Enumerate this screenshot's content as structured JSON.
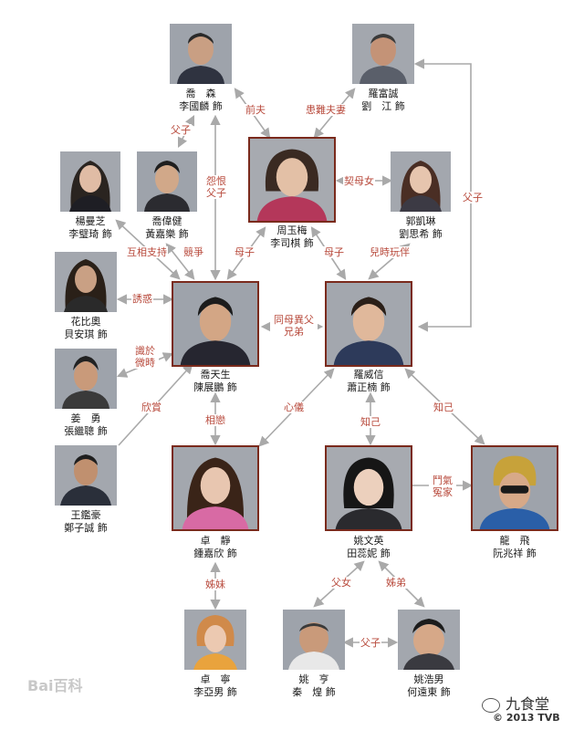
{
  "people": {
    "qiao_sen": {
      "name": "喬　森",
      "actor": "李國麟 飾"
    },
    "luo_fucheng": {
      "name": "羅富誠",
      "actor": "劉　江 飾"
    },
    "yang_manzhi": {
      "name": "楊曼芝",
      "actor": "李璧琦 飾"
    },
    "qiao_weijian": {
      "name": "喬偉健",
      "actor": "黃嘉樂 飾"
    },
    "zhou_yumei": {
      "name": "周玉梅",
      "actor": "李司棋 飾"
    },
    "guo_kailin": {
      "name": "郭凱琳",
      "actor": "劉思希 飾"
    },
    "huabiao": {
      "name": "花比奧",
      "actor": "貝安琪 飾"
    },
    "qiao_tiansheng": {
      "name": "喬天生",
      "actor": "陳展鵬 飾"
    },
    "luo_weixin": {
      "name": "羅威信",
      "actor": "蕭正楠 飾"
    },
    "jiang_yong": {
      "name": "姜　勇",
      "actor": "張繼聰 飾"
    },
    "wang_jiahao": {
      "name": "王鑑豪",
      "actor": "鄭子誠 飾"
    },
    "zhuo_jing": {
      "name": "卓　靜",
      "actor": "鍾嘉欣 飾"
    },
    "yao_wenying": {
      "name": "姚文英",
      "actor": "田蕊妮 飾"
    },
    "long_fei": {
      "name": "龍　飛",
      "actor": "阮兆祥 飾"
    },
    "zhuo_ning": {
      "name": "卓　寧",
      "actor": "李亞男 飾"
    },
    "yao_heng": {
      "name": "姚　亨",
      "actor": "秦　煌 飾"
    },
    "yao_haonan": {
      "name": "姚浩男",
      "actor": "何遠東 飾"
    }
  },
  "relations": {
    "qianfu": "前夫",
    "huannan": "患難夫妻",
    "fuzi_sen_wj": "父子",
    "yuanhen": "怨恨父子",
    "qimu": "契母女",
    "fuzi_right": "父子",
    "huxiang": "互相支持",
    "jingzheng": "競爭",
    "muzi_left": "母子",
    "muzi_right": "母子",
    "ershi": "兒時玩伴",
    "youhuo": "誘惑",
    "tongmu": "同母異父兄弟",
    "renyu": "識於微時",
    "xinshang": "欣賞",
    "xiangian": "相戀",
    "xinyi": "心儀",
    "zhiji_mid": "知己",
    "zhiji_right": "知己",
    "douqi": "鬥氣冤家",
    "jiemei": "姊妹",
    "funu": "父女",
    "jiedi": "姊弟",
    "fuzi_bottom": "父子"
  },
  "watermark": {
    "baidu": "Bai百科",
    "site": "九食堂",
    "copyright": "© 2013 TVB"
  },
  "colors": {
    "relation_text": "#b84a3c",
    "lines": "#a9a9a9",
    "highlight_border": "#7a2a1c"
  }
}
